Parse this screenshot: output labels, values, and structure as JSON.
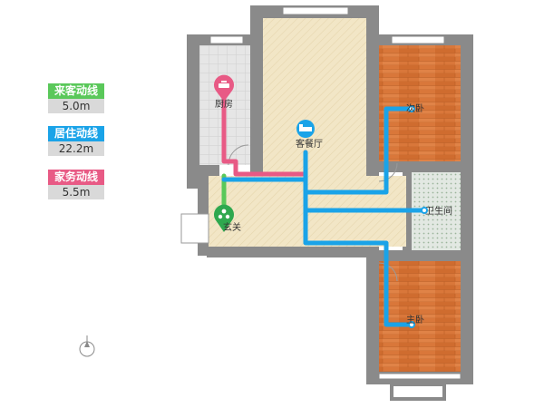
{
  "legend": [
    {
      "label": "来客动线",
      "value": "5.0m",
      "color": "#5ac85a"
    },
    {
      "label": "居住动线",
      "value": "22.2m",
      "color": "#1aa3e8"
    },
    {
      "label": "家务动线",
      "value": "5.5m",
      "color": "#e85a85"
    }
  ],
  "rooms": {
    "kitchen": "厨房",
    "living": "客餐厅",
    "second_bedroom": "次卧",
    "bathroom": "卫生间",
    "entrance": "玄关",
    "master_bedroom": "主卧"
  },
  "colors": {
    "wall": "#8a8a8a",
    "wood": "#d9773a",
    "living_floor": "#f2e6c6",
    "kitchen_floor": "#e4e4e4",
    "bath_floor": "#dde3de",
    "guest_path": "#5ac85a",
    "living_path": "#1aa3e8",
    "chore_path": "#e85a85"
  },
  "icons": {
    "compass": "compass-icon",
    "kitchen": "cooking-pot-icon",
    "living": "bed-icon",
    "entrance": "people-icon"
  }
}
